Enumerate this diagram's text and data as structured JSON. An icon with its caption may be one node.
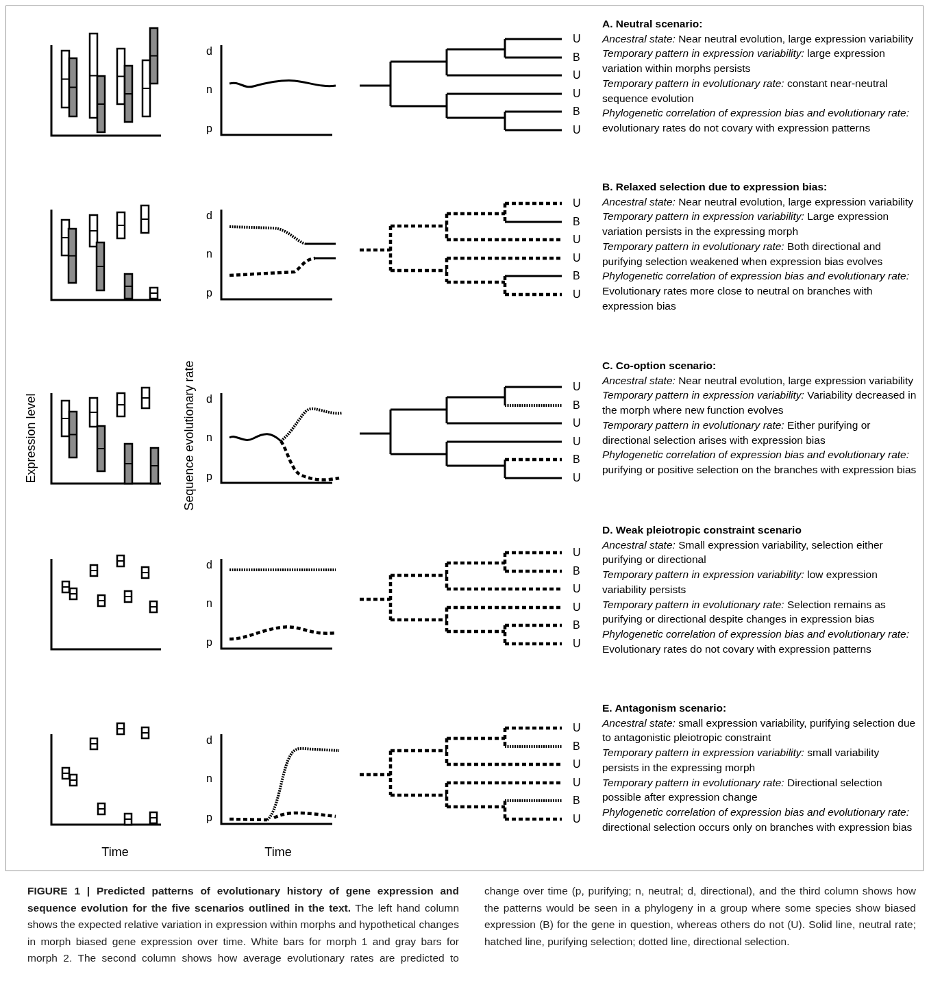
{
  "diagram": {
    "caption": "**FIGURE 1 | Predicted patterns of evolutionary history of gene expression and sequence evolution for the five scenarios outlined in the text.** The left hand column shows the expected relative variation in expression within morphs and hypothetical changes in morph biased gene expression over time. White bars for morph 1 and gray bars for morph 2. The second column shows how average evolutionary rates are predicted to change over time (p, purifying; n, neutral; d, directional), and the third column shows how the patterns would be seen in a phylogeny in a group where some species show biased expression (B) for the gene in question, whereas others do not (U). Solid line, neutral rate; hatched line, purifying selection; dotted line, directional selection.",
    "labels": [
      "d",
      "n",
      "p",
      "U",
      "B",
      "U",
      "U",
      "B",
      "U",
      "A. Neutral scenario:",
      "*Ancestral state:* Near neutral evolution, large expression variability",
      "*Temporary pattern in expression variability:* large expression variation within morphs persists",
      "*Temporary pattern in evolutionary rate:* constant near-neutral sequence evolution",
      "*Phylogenetic correlation of expression bias and evolutionary rate:* evolutionary rates do not covary with expression patterns",
      "d",
      "n",
      "p",
      "U",
      "B",
      "U",
      "U",
      "B",
      "U",
      "B. Relaxed selection due to expression bias:",
      "*Ancestral state:* Near neutral evolution, large expression variability",
      "*Temporary pattern in expression variability:* Large expression variation persists in the expressing morph",
      "*Temporary pattern in evolutionary rate:* Both directional and purifying selection weakened when expression bias evolves",
      "*Phylogenetic correlation of expression bias and evolutionary rate:* Evolutionary rates more close to neutral on branches with expression bias",
      "d",
      "n",
      "p",
      "U",
      "B",
      "U",
      "U",
      "B",
      "U",
      "C. Co-option scenario:",
      "*Ancestral state:* Near neutral evolution, large expression variability",
      "*Temporary pattern in expression variability:* Variability decreased in the morph where new function evolves",
      "*Temporary pattern in evolutionary rate:* Either purifying or directional selection arises with expression bias",
      "*Phylogenetic correlation of expression bias and evolutionary rate:* purifying or positive selection on the branches with expression bias",
      "d",
      "n",
      "p",
      "U",
      "B",
      "U",
      "U",
      "B",
      "U",
      "D. Weak pleiotropic constraint scenario",
      "*Ancestral state:* Small expression variability, selection either purifying or directional",
      "*Temporary pattern in expression variability:* low expression variability persists",
      "*Temporary pattern in evolutionary rate:* Selection remains as purifying or directional despite changes in expression bias",
      "*Phylogenetic correlation of expression bias and evolutionary rate:* Evolutionary rates do not covary with expression patterns",
      "d",
      "n",
      "p",
      "U",
      "B",
      "U",
      "U",
      "B",
      "U",
      "E. Antagonism scenario:",
      "*Ancestral state:* small expression variability, purifying selection due to antagonistic pleiotropic constraint",
      "*Temporary pattern in expression variability:* small variability persists in the expressing morph",
      "*Temporary pattern in evolutionary rate:* Directional selection possible after expression change",
      "*Phylogenetic correlation of expression bias and evolutionary rate:* directional selection occurs only on branches with expression bias",
      "Expression level",
      "Sequence evolutionary rate",
      "Time",
      "Time"
    ]
  }
}
